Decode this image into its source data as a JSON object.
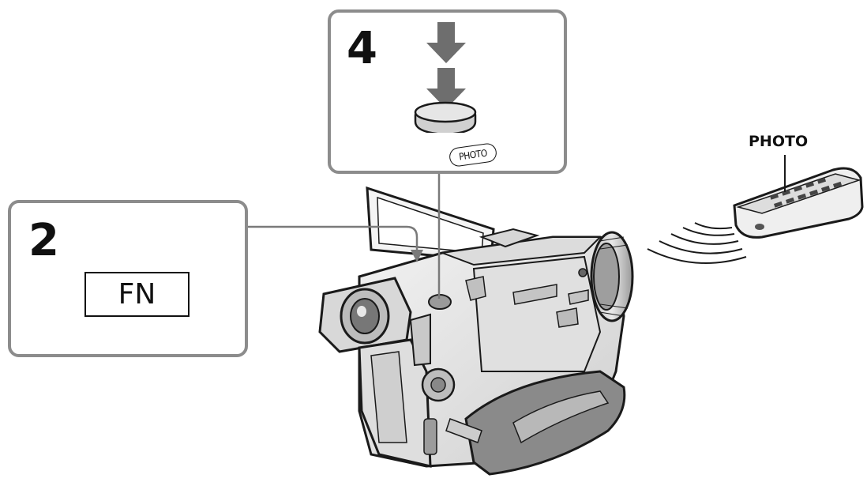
{
  "callouts": {
    "step2": {
      "number": "2",
      "key_label": "FN"
    },
    "step4": {
      "number": "4",
      "button_label": "PHOTO"
    }
  },
  "remote": {
    "label": "PHOTO"
  },
  "colors": {
    "callout_border": "#8c8c8c",
    "arrow": "#6e6e6e",
    "line_art": "#1a1a1a",
    "body_fill": "#e6e6e6"
  },
  "icons": [
    "press-down-arrow-icon",
    "remote-signal-waves-icon"
  ]
}
